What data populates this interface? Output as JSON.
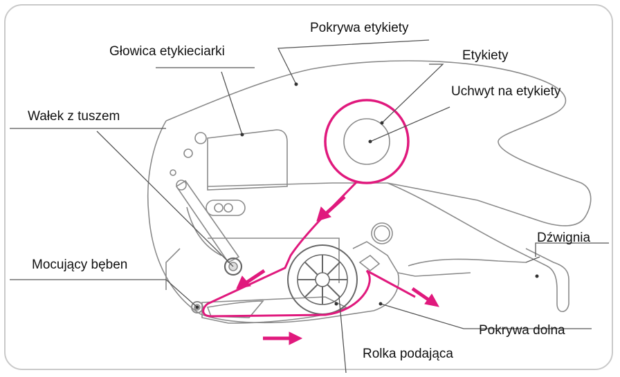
{
  "diagram": {
    "labels": {
      "cover_top": "Pokrywa etykiety",
      "print_head": "Głowica etykieciarki",
      "labels": "Etykiety",
      "label_holder": "Uchwyt na etykiety",
      "ink_roller": "Wałek z tuszem",
      "lever": "Dźwignia",
      "mount_drum": "Mocujący bęben",
      "cover_bottom": "Pokrywa dolna",
      "feed_roller": "Rolka podająca"
    },
    "colors": {
      "outline": "#8a8a8a",
      "label_path": "#e0197d",
      "leader": "#555555",
      "frame": "#c9c9c9"
    }
  }
}
